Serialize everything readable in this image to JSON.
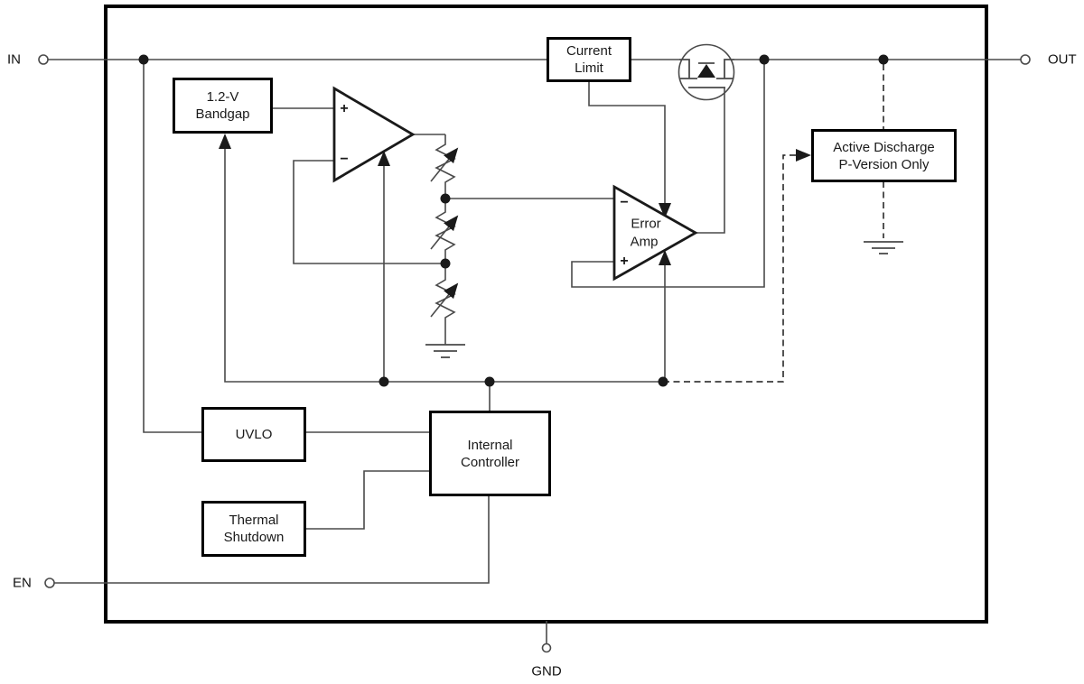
{
  "pins": {
    "in": "IN",
    "out": "OUT",
    "en": "EN",
    "gnd": "GND"
  },
  "blocks": {
    "bandgap": {
      "line1": "1.2-V",
      "line2": "Bandgap"
    },
    "current_limit": {
      "line1": "Current",
      "line2": "Limit"
    },
    "active_discharge": {
      "line1": "Active Discharge",
      "line2": "P-Version Only"
    },
    "uvlo": {
      "line1": "UVLO"
    },
    "thermal_shutdown": {
      "line1": "Thermal",
      "line2": "Shutdown"
    },
    "internal_controller": {
      "line1": "Internal",
      "line2": "Controller"
    }
  },
  "amplifiers": {
    "bandgap_buffer": {
      "plus": "+",
      "minus": "−"
    },
    "error_amp": {
      "line1": "Error",
      "line2": "Amp",
      "plus": "+",
      "minus": "−"
    }
  },
  "colors": {
    "wire": "#4a4a4a",
    "outline": "#000000",
    "text": "#1a1a1a",
    "background": "#ffffff"
  }
}
